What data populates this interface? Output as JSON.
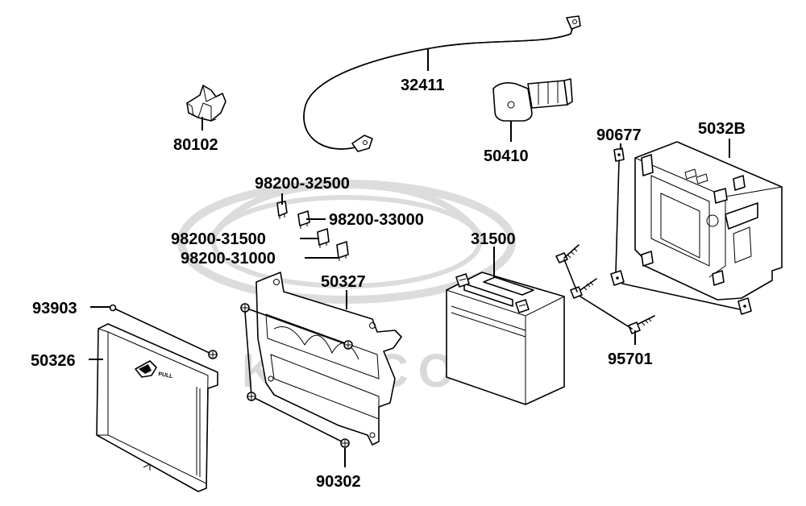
{
  "watermark": {
    "text": "KYMCO",
    "color": "#d9d9d9"
  },
  "labels": {
    "p32411": "32411",
    "p80102": "80102",
    "p50410": "50410",
    "p90677": "90677",
    "p5032B": "5032B",
    "p98200_32500": "98200-32500",
    "p98200_33000": "98200-33000",
    "p98200_31500": "98200-31500",
    "p98200_31000": "98200-31000",
    "p31500": "31500",
    "p50327": "50327",
    "p93903": "93903",
    "p50326": "50326",
    "p95701": "95701",
    "p90302": "90302"
  },
  "cover_embossed_text": "PULL"
}
